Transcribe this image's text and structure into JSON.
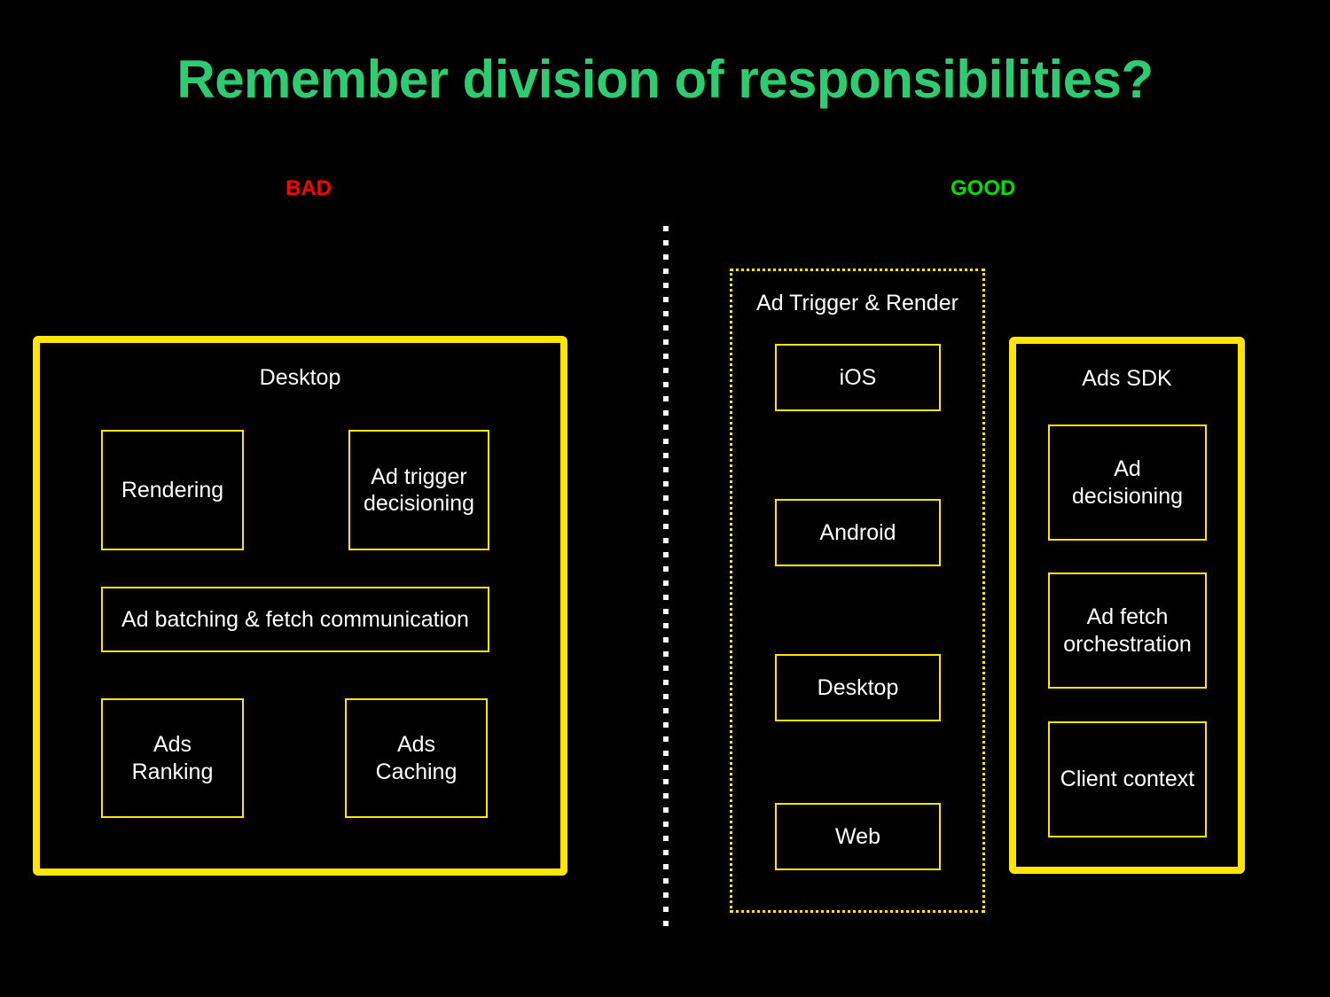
{
  "slide": {
    "title": "Remember division of responsibilities?",
    "background_color": "#000000",
    "title_color": "#2ecc71"
  },
  "columns": {
    "bad": {
      "label": "BAD",
      "color": "#ff0000"
    },
    "good": {
      "label": "GOOD",
      "color": "#00e000"
    }
  },
  "divider": {
    "style": "dotted",
    "color": "#ffffff",
    "orientation": "vertical"
  },
  "groups": {
    "bad_desktop": {
      "title": "Desktop",
      "border_color": "#ffe600",
      "border_style": "solid-thick",
      "nodes": [
        {
          "label": "Rendering"
        },
        {
          "label": "Ad trigger\ndecisioning"
        },
        {
          "label": "Ad batching & fetch communication"
        },
        {
          "label": "Ads\nRanking"
        },
        {
          "label": "Ads\nCaching"
        }
      ]
    },
    "ad_trigger_render": {
      "title": "Ad Trigger & Render",
      "border_color": "#ffe600",
      "border_style": "dotted",
      "nodes": [
        {
          "label": "iOS"
        },
        {
          "label": "Android"
        },
        {
          "label": "Desktop"
        },
        {
          "label": "Web"
        }
      ]
    },
    "ads_sdk": {
      "title": "Ads SDK",
      "border_color": "#ffe600",
      "border_style": "solid-thick",
      "nodes": [
        {
          "label": "Ad\ndecisioning"
        },
        {
          "label": "Ad fetch\norchestration"
        },
        {
          "label": "Client context"
        }
      ]
    }
  }
}
